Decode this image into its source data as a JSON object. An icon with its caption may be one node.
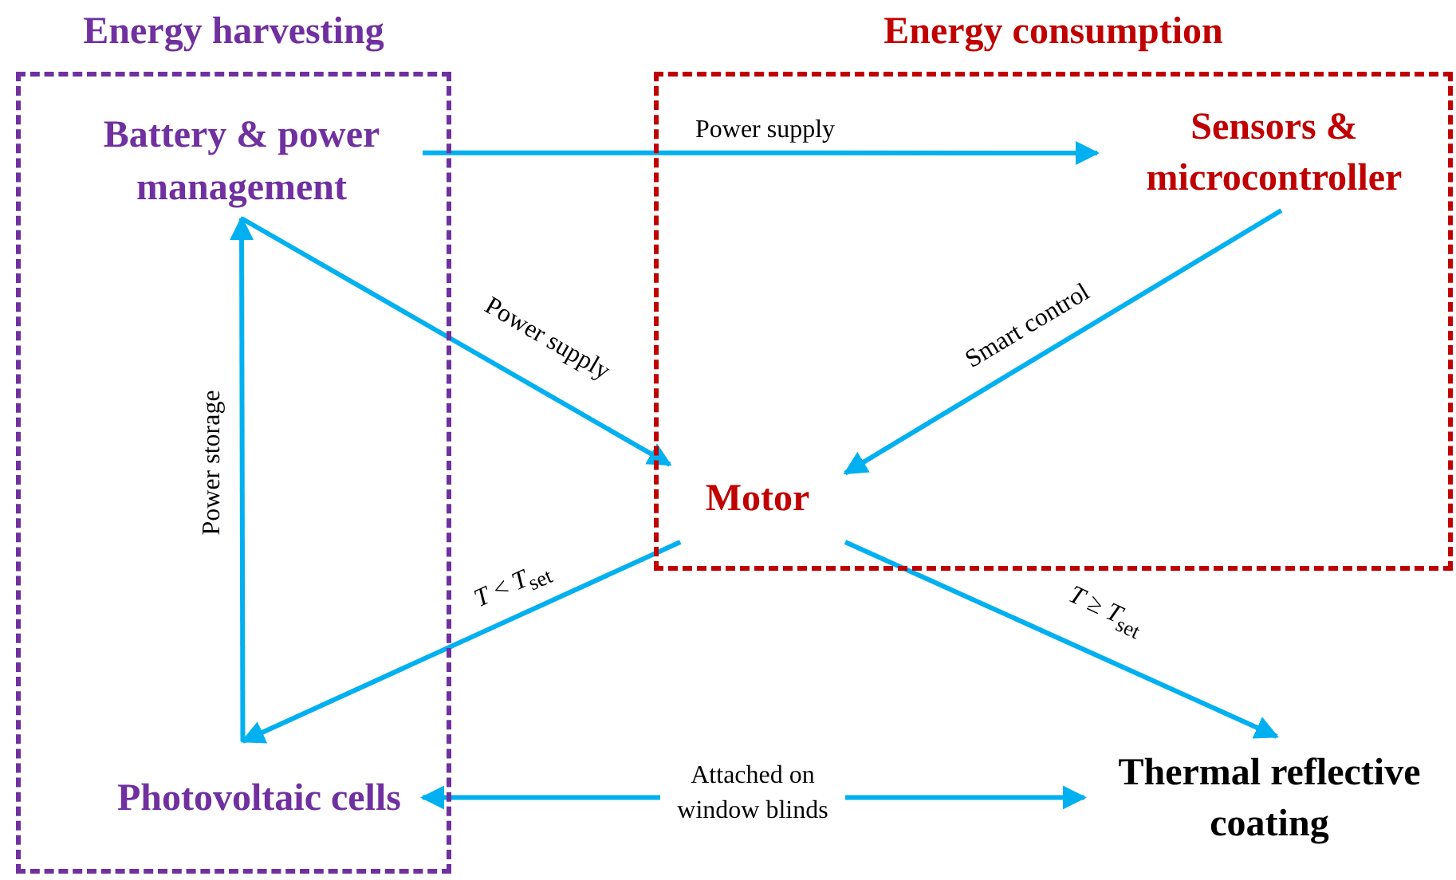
{
  "diagram": {
    "nodes": [
      {
        "text": [
          "Energy harvesting"
        ]
      },
      {
        "text": [
          "Battery & power management"
        ],
        "in": 0
      },
      {
        "text": [
          "Photovoltaic cells"
        ],
        "in": 0
      },
      {
        "text": [
          "Energy consumption"
        ]
      },
      {
        "text": [
          "Sensors & microcontroller"
        ],
        "in": 3
      },
      {
        "text": [
          "Motor"
        ],
        "in": 3
      },
      {
        "text": [
          "Thermal reflective coating"
        ]
      }
    ],
    "edges": [
      {
        "from": 1,
        "to": 4,
        "arrow": "to",
        "label": "Power supply"
      },
      {
        "from": 1,
        "to": 5,
        "arrow": "to",
        "label": "Power supply"
      },
      {
        "from": 4,
        "to": 5,
        "arrow": "to",
        "label": "Smart control"
      },
      {
        "from": 5,
        "to": 2,
        "arrow": "to",
        "label": "*T* < *T*$_{set}$"
      },
      {
        "from": 2,
        "to": 1,
        "arrow": "to",
        "label": "Power storage"
      },
      {
        "from": 5,
        "to": 6,
        "arrow": "to",
        "label": "*T* ≥ *T*$_{set}$"
      },
      {
        "from": 2,
        "to": 6,
        "arrow": "both",
        "label": "Attached on window blinds"
      }
    ]
  }
}
